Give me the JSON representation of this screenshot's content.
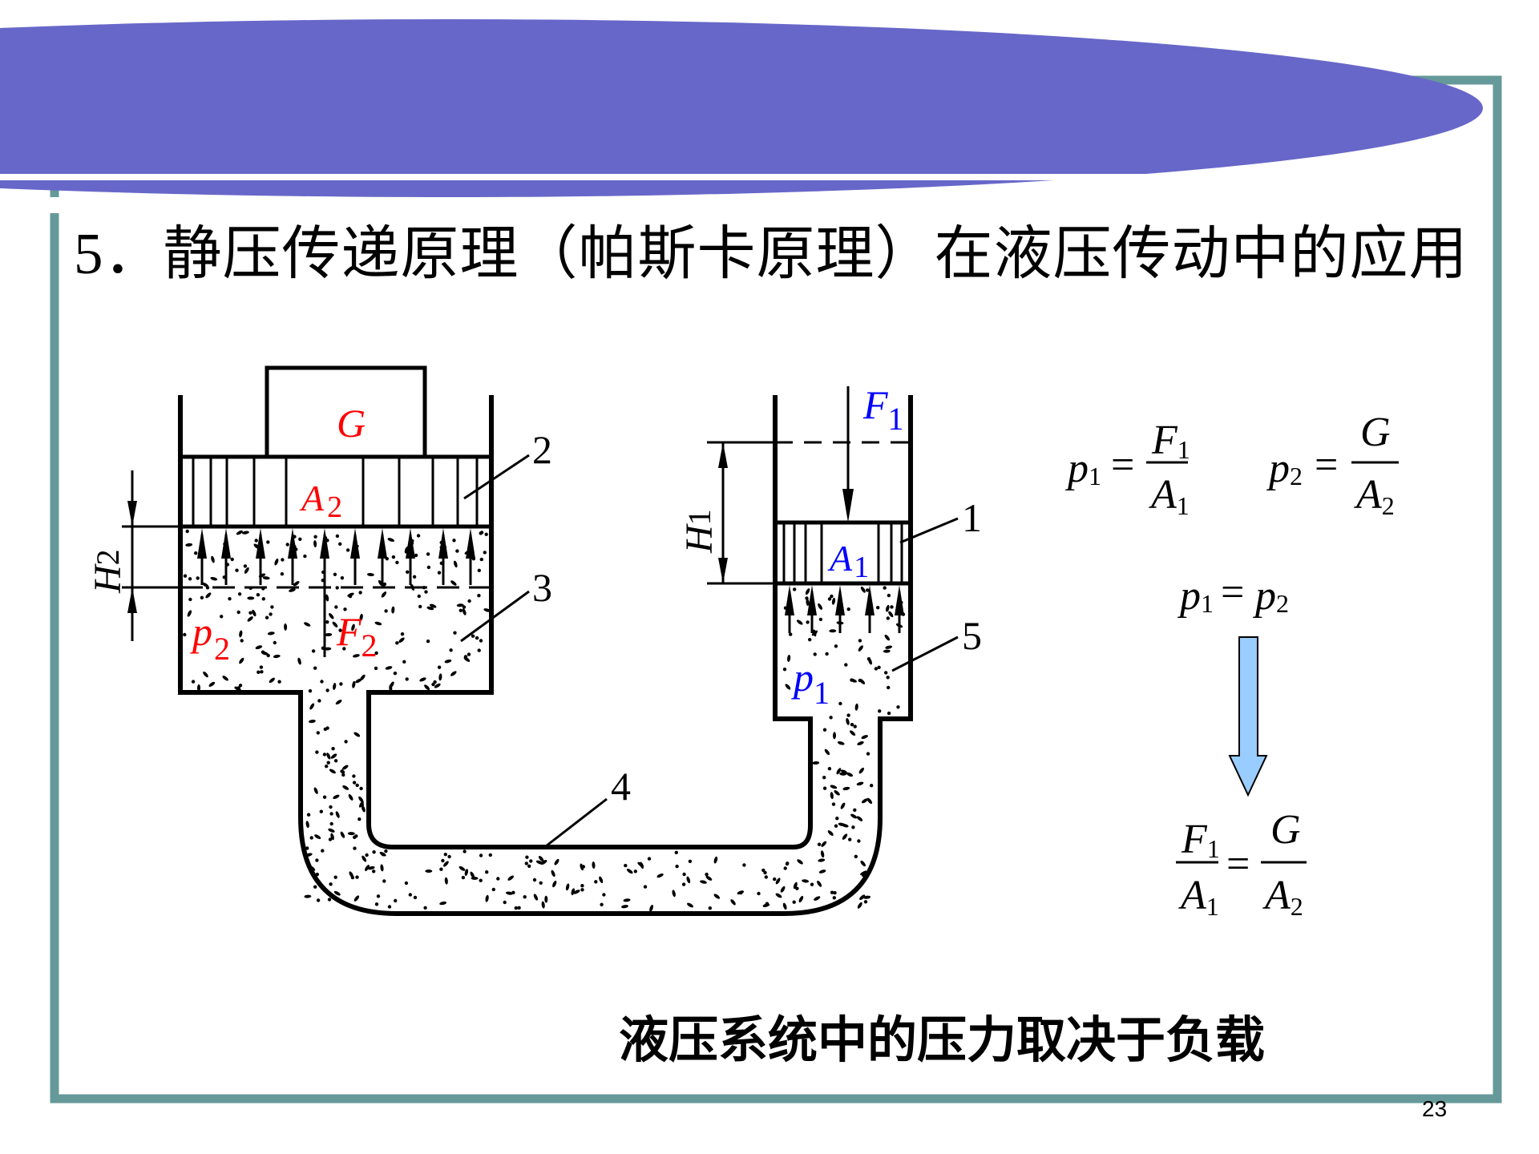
{
  "slide": {
    "title": "5．静压传递原理（帕斯卡原理）在液压传动中的应用",
    "conclusion": "液压系统中的压力取决于负载",
    "page_number": "23",
    "colors": {
      "header_band": "#6767c9",
      "frame": "#669999",
      "label_load_side": "#ff0000",
      "label_input_side": "#0000ff",
      "flow_arrow_fill": "#99ccff"
    }
  },
  "diagram": {
    "load_label": "G",
    "large_piston": {
      "area_symbol": "A",
      "area_sub": "2",
      "pressure_symbol": "p",
      "pressure_sub": "2",
      "force_symbol": "F",
      "force_sub": "2",
      "stroke_symbol": "H",
      "stroke_sub": "2"
    },
    "small_piston": {
      "area_symbol": "A",
      "area_sub": "1",
      "pressure_symbol": "p",
      "pressure_sub": "1",
      "force_symbol": "F",
      "force_sub": "1",
      "stroke_symbol": "H",
      "stroke_sub": "1"
    },
    "part_numbers": [
      "1",
      "2",
      "3",
      "4",
      "5"
    ]
  },
  "formulas": {
    "p1": {
      "lhs": "p",
      "lhs_sub": "1",
      "num": "F",
      "num_sub": "1",
      "den": "A",
      "den_sub": "1",
      "op": "="
    },
    "p2": {
      "lhs": "p",
      "lhs_sub": "2",
      "num": "G",
      "den": "A",
      "den_sub": "2",
      "op": "="
    },
    "equal": {
      "a": "p",
      "a_sub": "1",
      "op": "=",
      "b": "p",
      "b_sub": "2"
    },
    "result": {
      "l_num": "F",
      "l_num_sub": "1",
      "l_den": "A",
      "l_den_sub": "1",
      "op": "=",
      "r_num": "G",
      "r_den": "A",
      "r_den_sub": "2"
    }
  }
}
